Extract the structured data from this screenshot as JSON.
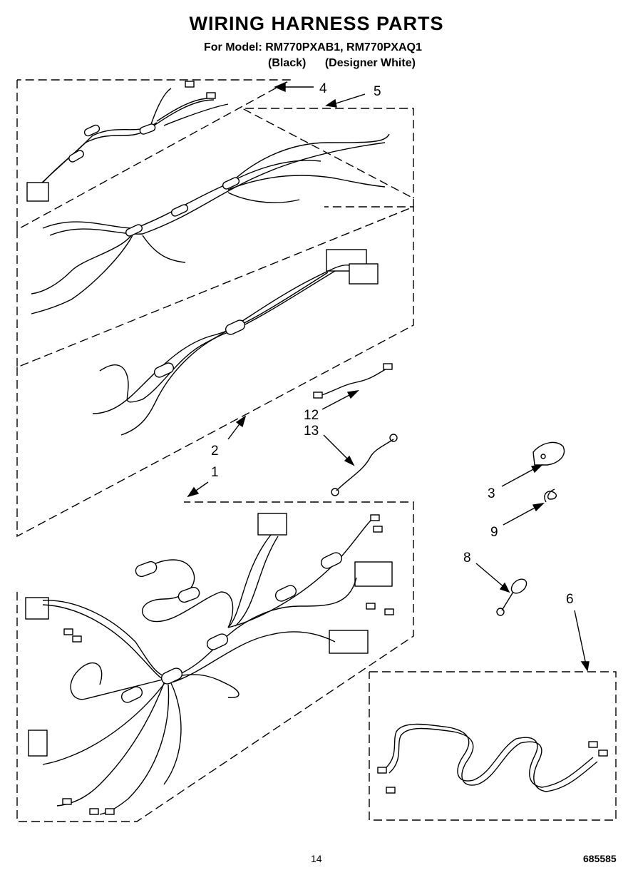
{
  "header": {
    "title": "WIRING HARNESS PARTS",
    "models": "For Model: RM770PXAB1, RM770PXAQ1",
    "variant_black": "(Black)",
    "variant_white": "(Designer White)"
  },
  "callouts": {
    "c1": "1",
    "c2": "2",
    "c3": "3",
    "c4": "4",
    "c5": "5",
    "c6": "6",
    "c8": "8",
    "c9": "9",
    "c12": "12",
    "c13": "13"
  },
  "footer": {
    "page_number": "14",
    "doc_code": "685585"
  }
}
